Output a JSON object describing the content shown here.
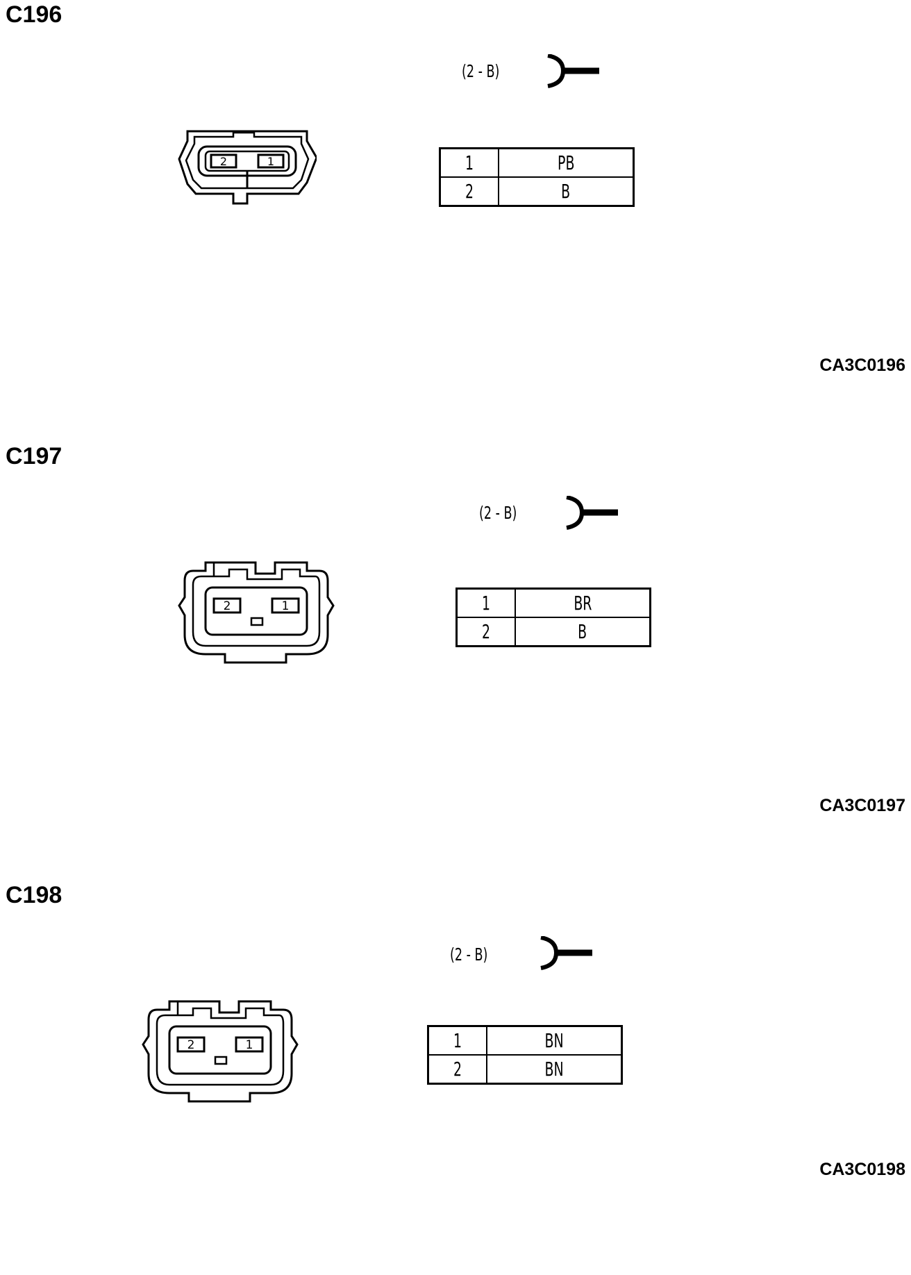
{
  "sections": [
    {
      "id": "C196",
      "spec": "(2 - B)",
      "pins": [
        {
          "pin": "1",
          "color": "PB"
        },
        {
          "pin": "2",
          "color": "B"
        }
      ],
      "face_labels": [
        "2",
        "1"
      ],
      "ref": "CA3C0196"
    },
    {
      "id": "C197",
      "spec": "(2 - B)",
      "pins": [
        {
          "pin": "1",
          "color": "BR"
        },
        {
          "pin": "2",
          "color": "B"
        }
      ],
      "face_labels": [
        "2",
        "1"
      ],
      "ref": "CA3C0197"
    },
    {
      "id": "C198",
      "spec": "(2 - B)",
      "pins": [
        {
          "pin": "1",
          "color": "BN"
        },
        {
          "pin": "2",
          "color": "BN"
        }
      ],
      "face_labels": [
        "2",
        "1"
      ],
      "ref": "CA3C0198"
    }
  ]
}
